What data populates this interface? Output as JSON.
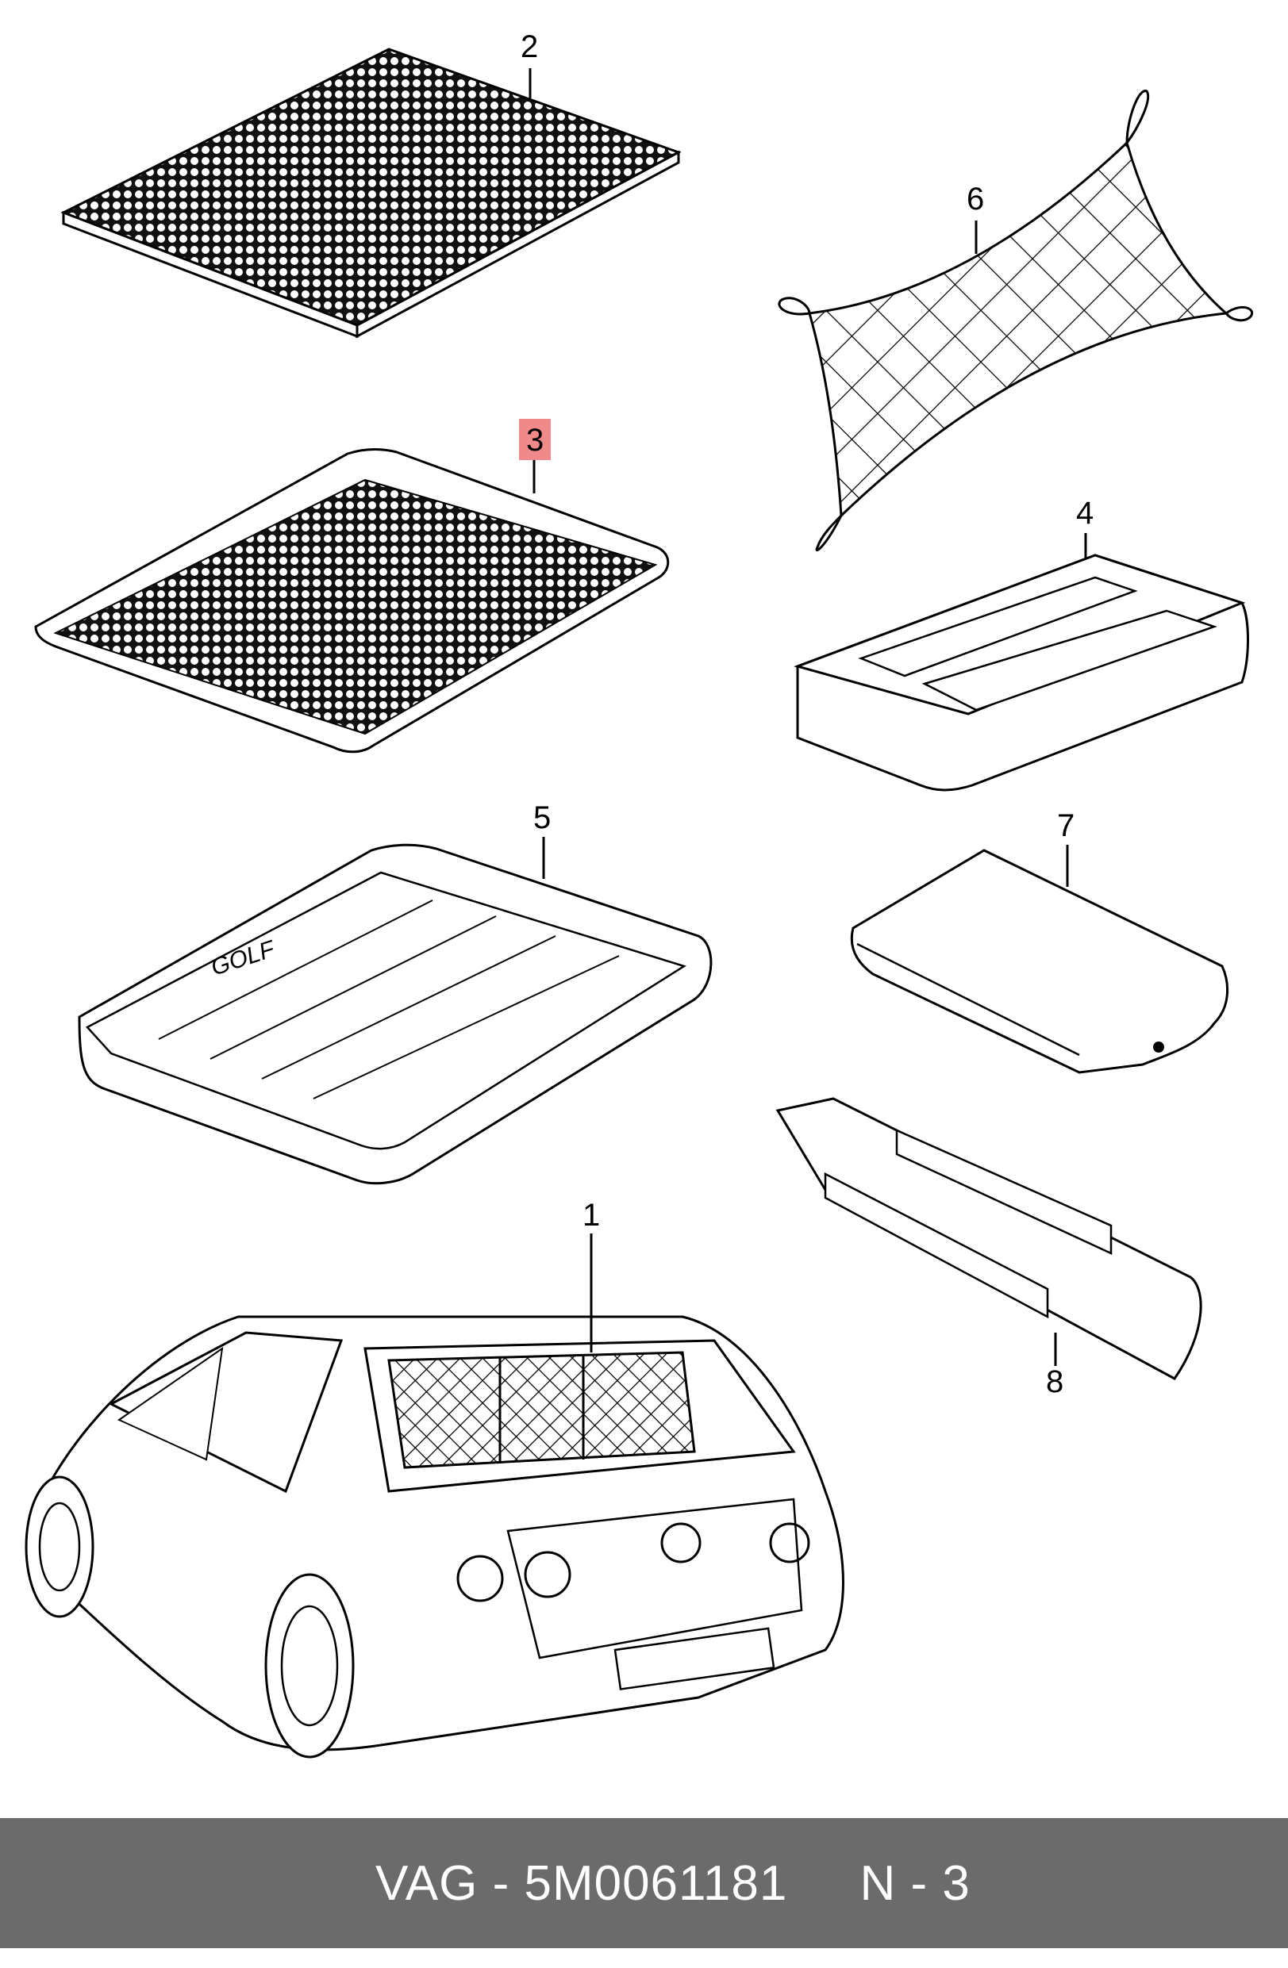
{
  "diagram": {
    "parts": [
      {
        "number": "1",
        "name": "cargo-partition-net"
      },
      {
        "number": "2",
        "name": "anti-slip-mat"
      },
      {
        "number": "3",
        "name": "luggage-tray-with-mat",
        "highlighted": true
      },
      {
        "number": "4",
        "name": "luggage-compartment-cover"
      },
      {
        "number": "5",
        "name": "luggage-tray-golf"
      },
      {
        "number": "6",
        "name": "luggage-net"
      },
      {
        "number": "7",
        "name": "parcel-shelf-mat"
      },
      {
        "number": "8",
        "name": "roller-cover"
      }
    ],
    "tray_lettering": "GOLF",
    "highlight_color": "#f08a8a"
  },
  "footer": {
    "brand": "VAG",
    "separator": " - ",
    "part_number": "5M0061181",
    "page_label": "N - 3",
    "background_color": "#6b6b6b",
    "text_color": "#ffffff"
  }
}
